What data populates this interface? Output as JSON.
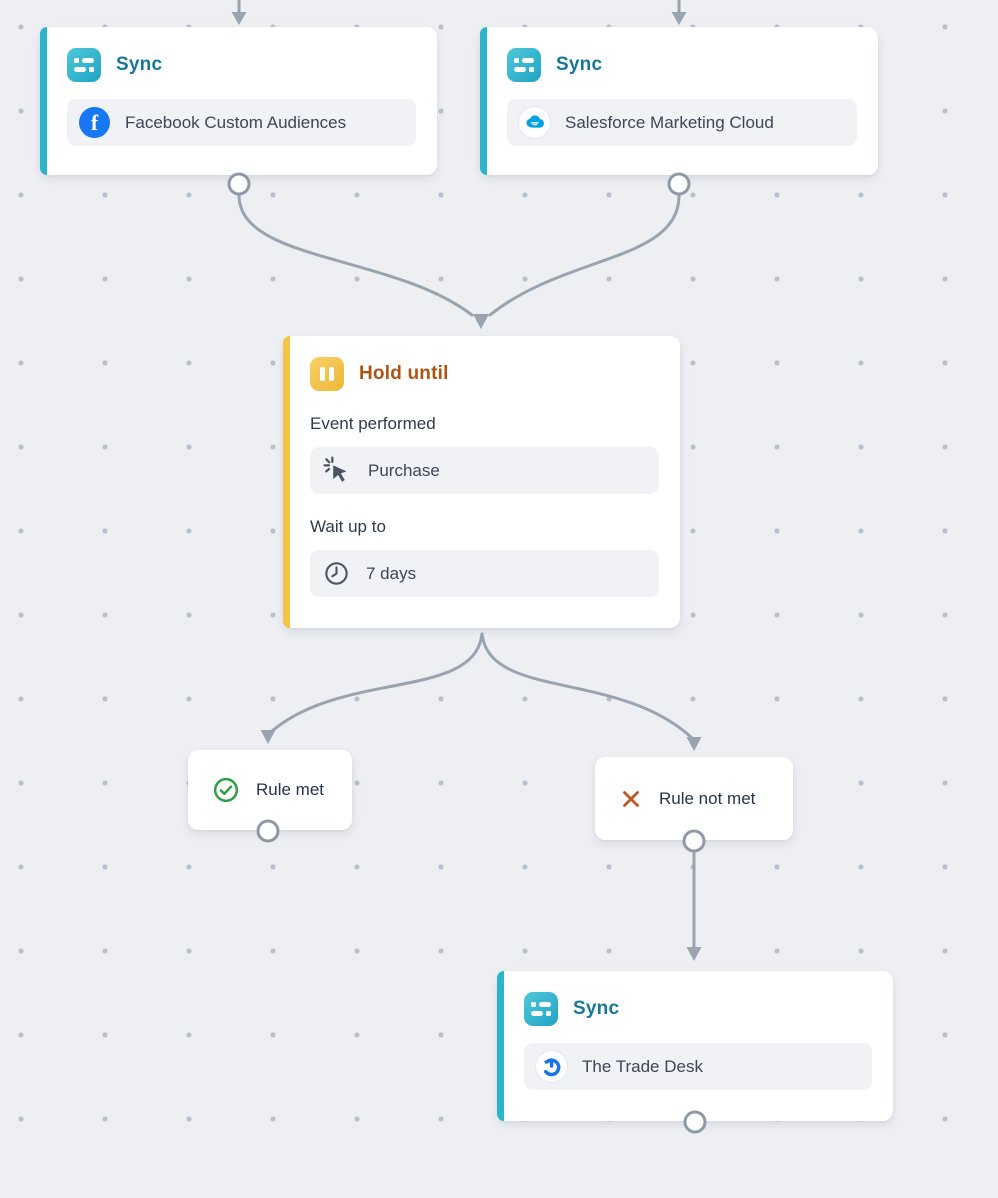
{
  "canvas": {
    "background": "#edeff3",
    "dot_color": "#b7bfca",
    "connector_color": "#9aa3b0"
  },
  "colors": {
    "sync_accent": "#2cb4ca",
    "sync_title": "#17789c",
    "hold_accent": "#f6c444",
    "hold_title": "#b05310",
    "success_green": "#2f9e44",
    "failure_rust": "#c2561f",
    "facebook_blue": "#1877f2",
    "salesforce_blue": "#00a1e0",
    "tradedesk_blue": "#1a73e8"
  },
  "nodes": {
    "sync_facebook": {
      "title": "Sync",
      "destination": "Facebook Custom Audiences"
    },
    "sync_salesforce": {
      "title": "Sync",
      "destination": "Salesforce Marketing Cloud"
    },
    "hold_until": {
      "title": "Hold until",
      "event_label": "Event performed",
      "event_value": "Purchase",
      "wait_label": "Wait up to",
      "wait_value": "7 days"
    },
    "rule_met": {
      "label": "Rule met"
    },
    "rule_not_met": {
      "label": "Rule not met"
    },
    "sync_tradedesk": {
      "title": "Sync",
      "destination": "The Trade Desk"
    }
  }
}
